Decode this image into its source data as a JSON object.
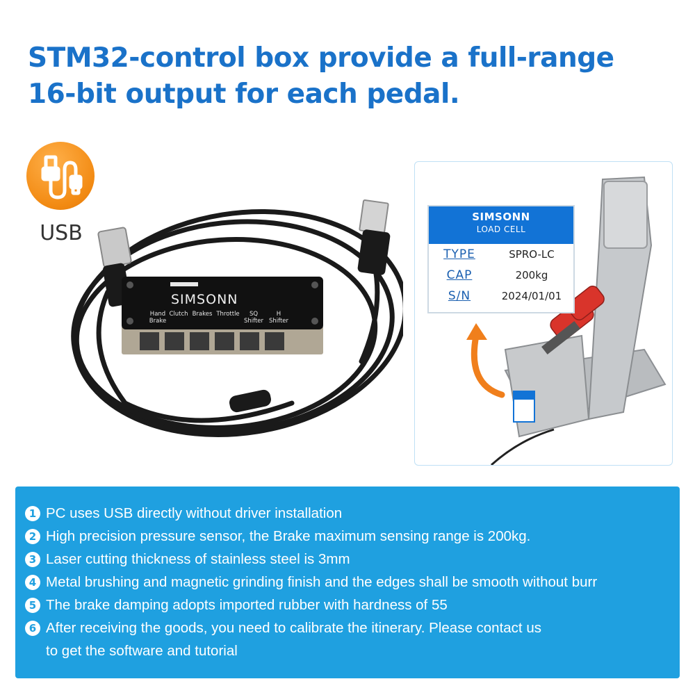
{
  "headline": {
    "line1": "STM32-control box provide a full-range",
    "line2": "16-bit output for each pedal."
  },
  "usb_badge": {
    "label": "USB",
    "icon": "usb-cable-icon"
  },
  "control_box": {
    "brand": "SIMSONN",
    "ports": [
      {
        "top": "Hand",
        "bottom": "Brake"
      },
      {
        "top": "",
        "bottom": "Clutch"
      },
      {
        "top": "",
        "bottom": "Brakes"
      },
      {
        "top": "",
        "bottom": "Throttle"
      },
      {
        "top": "SQ",
        "bottom": "Shifter"
      },
      {
        "top": "H",
        "bottom": "Shifter"
      }
    ]
  },
  "load_cell_card": {
    "brand": "SIMSONN",
    "subtitle": "LOAD CELL",
    "rows": [
      {
        "key": "TYPE",
        "value": "SPRO-LC"
      },
      {
        "key": "CAP",
        "value": "200kg"
      },
      {
        "key": "S/N",
        "value": "2024/01/01"
      }
    ]
  },
  "features": [
    {
      "num": "1",
      "text": "PC uses USB directly without driver installation"
    },
    {
      "num": "2",
      "text": "High precision pressure sensor, the Brake maximum sensing range is 200kg."
    },
    {
      "num": "3",
      "text": "Laser cutting thickness of stainless steel is 3mm"
    },
    {
      "num": "4",
      "text": "Metal brushing and magnetic grinding finish and the edges shall be smooth without burr"
    },
    {
      "num": "5",
      "text": "The brake damping adopts imported rubber with hardness of 55"
    },
    {
      "num": "6",
      "text": "After receiving the goods, you need to calibrate the itinerary. Please contact us\nto get the software and tutorial"
    }
  ],
  "colors": {
    "headline": "#1a72c9",
    "usb_badge": "#f28a12",
    "info_panel": "#1fa0e0",
    "label_header": "#1273d6",
    "arrow": "#f07f1c"
  }
}
